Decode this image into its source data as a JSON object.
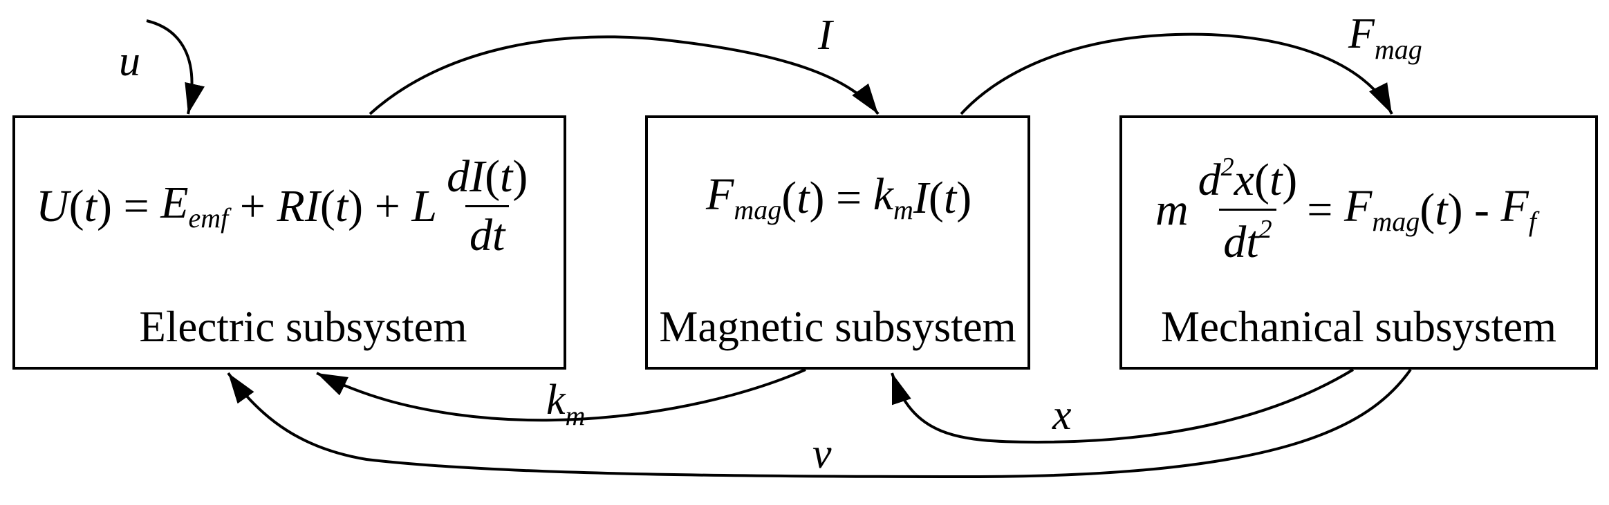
{
  "subsystems": {
    "electric": {
      "name": "Electric subsystem"
    },
    "magnetic": {
      "name": "Magnetic subsystem"
    },
    "mechanical": {
      "name": "Mechanical subsystem"
    }
  },
  "signals": {
    "input": "u",
    "current": "I",
    "force": "F",
    "force_sub": "mag",
    "km": "k",
    "km_sub": "m",
    "position": "x",
    "velocity": "v"
  }
}
